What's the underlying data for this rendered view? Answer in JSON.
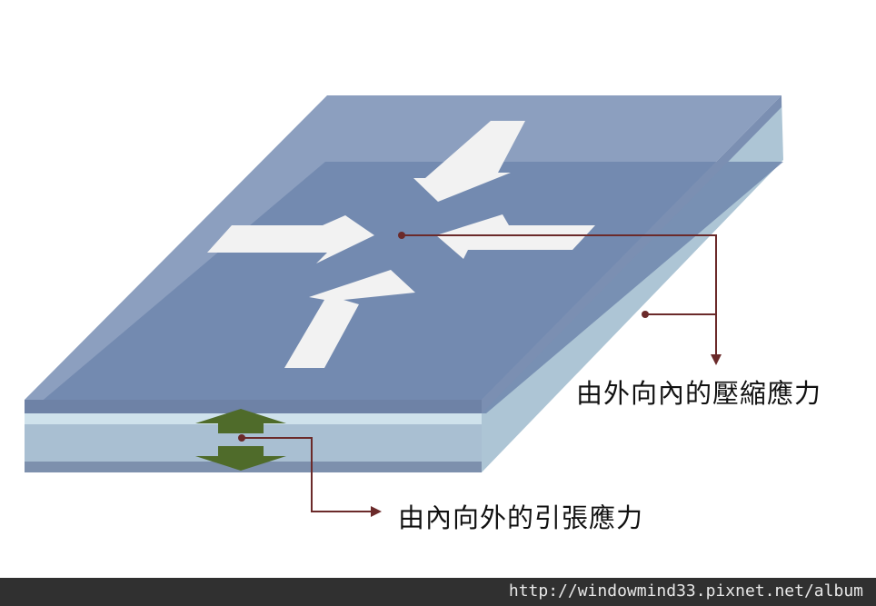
{
  "labels": {
    "compression": "由外向內的壓縮應力",
    "tension": "由內向外的引張應力"
  },
  "footer": {
    "url": "http://windowmind33.pixnet.net/album"
  },
  "colors": {
    "top_glass": "#8c9fbf",
    "inner_panel": "#6f86ad",
    "side_glass": "#a9c2d3",
    "edge_dark": "#6e82a6",
    "arrow_white": "#f2f2f2",
    "tension_arrow": "#4f6b2a",
    "leader_line": "#6b2a2a"
  }
}
